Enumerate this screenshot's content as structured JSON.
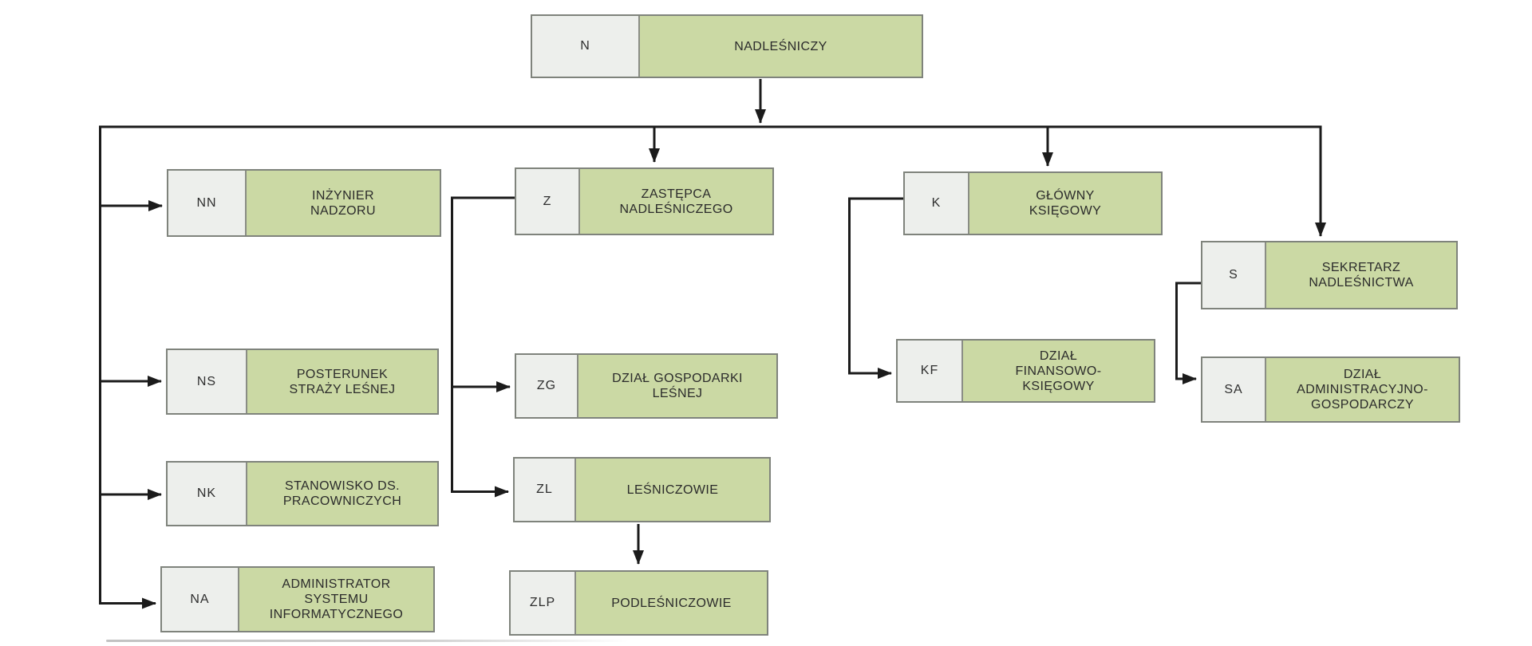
{
  "diagram": {
    "type": "org-chart",
    "colors": {
      "label_cell_green": "#cbd9a4",
      "code_cell_gray": "#edefec",
      "box_border": "#7f837c",
      "connector_line": "#1b1b1b"
    },
    "nodes": [
      {
        "id": "N",
        "code": "N",
        "label": "NADLEŚNICZY"
      },
      {
        "id": "NN",
        "code": "NN",
        "label": "INŻYNIER\nNADZORU"
      },
      {
        "id": "NS",
        "code": "NS",
        "label": "POSTERUNEK\nSTRAŻY LEŚNEJ"
      },
      {
        "id": "NK",
        "code": "NK",
        "label": "STANOWISKO DS.\nPRACOWNICZYCH"
      },
      {
        "id": "NA",
        "code": "NA",
        "label": "ADMINISTRATOR\nSYSTEMU\nINFORMATYCZNEGO"
      },
      {
        "id": "Z",
        "code": "Z",
        "label": "ZASTĘPCA\nNADLEŚNICZEGO"
      },
      {
        "id": "ZG",
        "code": "ZG",
        "label": "DZIAŁ GOSPODARKI\nLEŚNEJ"
      },
      {
        "id": "ZL",
        "code": "ZL",
        "label": "LEŚNICZOWIE"
      },
      {
        "id": "ZLP",
        "code": "ZLP",
        "label": "PODLEŚNICZOWIE"
      },
      {
        "id": "K",
        "code": "K",
        "label": "GŁÓWNY\nKSIĘGOWY"
      },
      {
        "id": "KF",
        "code": "KF",
        "label": "DZIAŁ\nFINANSOWO-\nKSIĘGOWY"
      },
      {
        "id": "S",
        "code": "S",
        "label": "SEKRETARZ\nNADLEŚNICTWA"
      },
      {
        "id": "SA",
        "code": "SA",
        "label": "DZIAŁ\nADMINISTRACYJNO-\nGOSPODARCZY"
      }
    ],
    "edges": [
      {
        "from": "N",
        "to": "NN"
      },
      {
        "from": "N",
        "to": "NS"
      },
      {
        "from": "N",
        "to": "NK"
      },
      {
        "from": "N",
        "to": "NA"
      },
      {
        "from": "N",
        "to": "Z"
      },
      {
        "from": "N",
        "to": "K"
      },
      {
        "from": "N",
        "to": "S"
      },
      {
        "from": "Z",
        "to": "ZG"
      },
      {
        "from": "Z",
        "to": "ZL"
      },
      {
        "from": "ZL",
        "to": "ZLP"
      },
      {
        "from": "K",
        "to": "KF"
      },
      {
        "from": "S",
        "to": "SA"
      }
    ]
  }
}
